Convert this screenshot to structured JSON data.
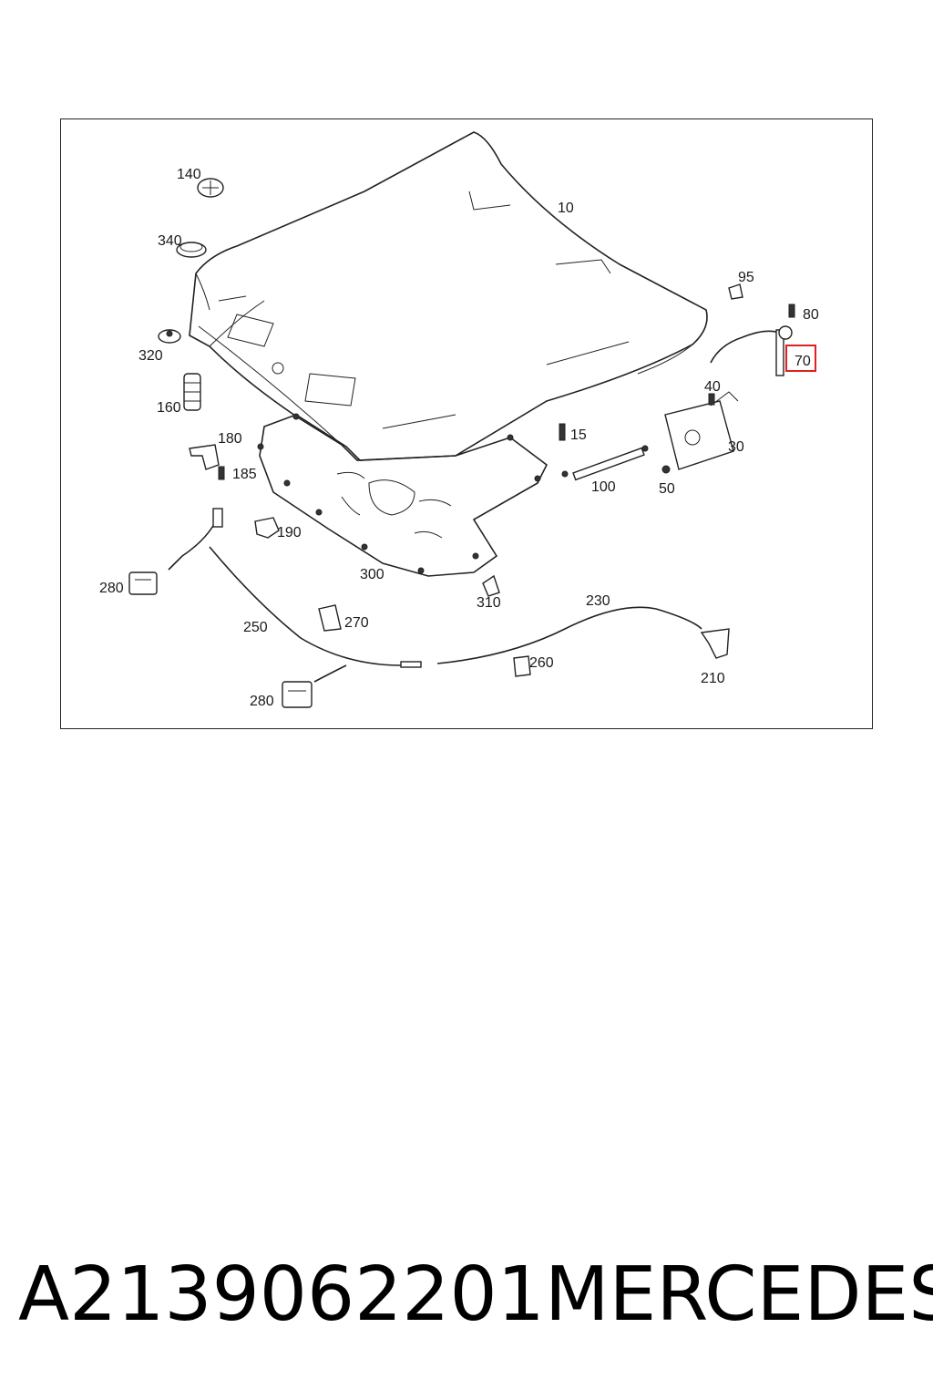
{
  "diagram": {
    "callouts": {
      "c10": "10",
      "c15": "15",
      "c30": "30",
      "c40": "40",
      "c50": "50",
      "c70": "70",
      "c80": "80",
      "c95": "95",
      "c100": "100",
      "c140": "140",
      "c160": "160",
      "c180": "180",
      "c185": "185",
      "c190": "190",
      "c210": "210",
      "c230": "230",
      "c250": "250",
      "c260": "260",
      "c270": "270",
      "c280a": "280",
      "c280b": "280",
      "c300": "300",
      "c310": "310",
      "c320": "320",
      "c340": "340"
    },
    "highlighted_callout": "70",
    "highlight_color": "#e02020"
  },
  "footer": {
    "part_number": "A2139062201",
    "brand": "MERCEDES"
  }
}
